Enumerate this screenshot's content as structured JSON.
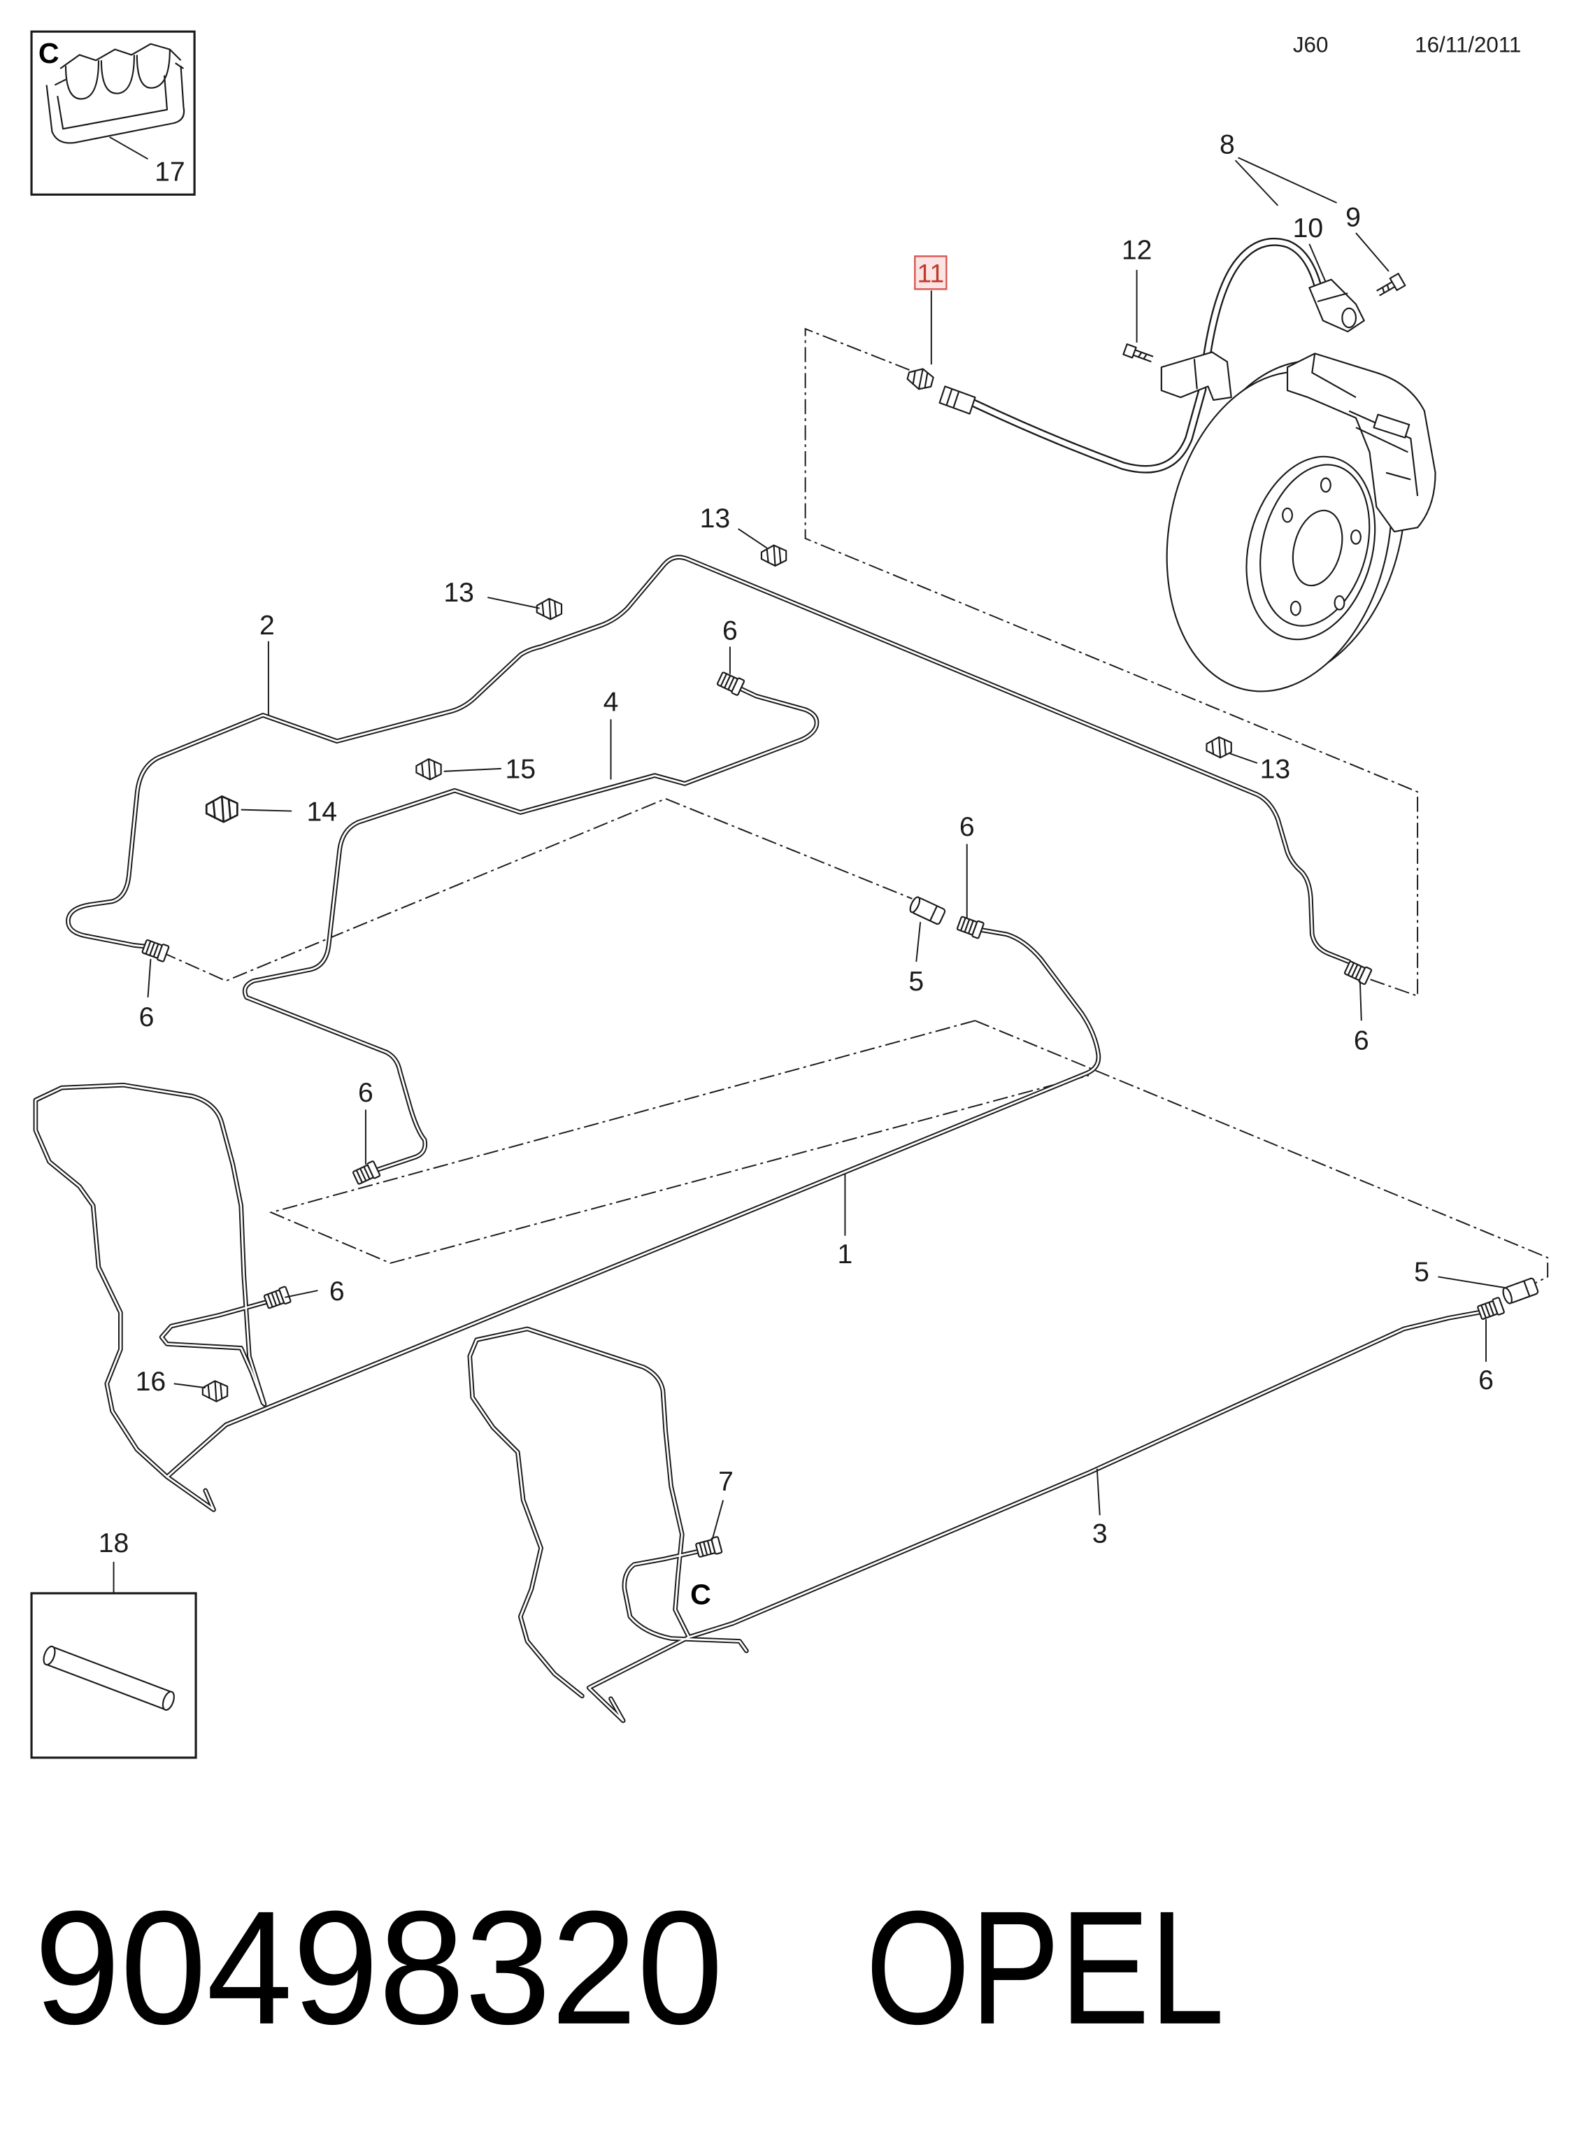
{
  "header": {
    "code": "J60",
    "date": "16/11/2011"
  },
  "inset_detail_c": {
    "view_letter": "C",
    "callout": "17"
  },
  "inset_detail_18": {
    "callout": "18"
  },
  "highlighted_callout": {
    "label": "11",
    "text_color": "#c0392b",
    "border_color": "#d9534f",
    "fill_color": "#fbe4e4"
  },
  "callouts": [
    "8",
    "9",
    "10",
    "12",
    "13",
    "13",
    "2",
    "6",
    "4",
    "15",
    "14",
    "13",
    "6",
    "5",
    "6",
    "6",
    "6",
    "1",
    "6",
    "5",
    "6",
    "16",
    "7",
    "3"
  ],
  "view_marker": "C",
  "footer": {
    "part_number": "90498320",
    "brand": "OPEL"
  }
}
